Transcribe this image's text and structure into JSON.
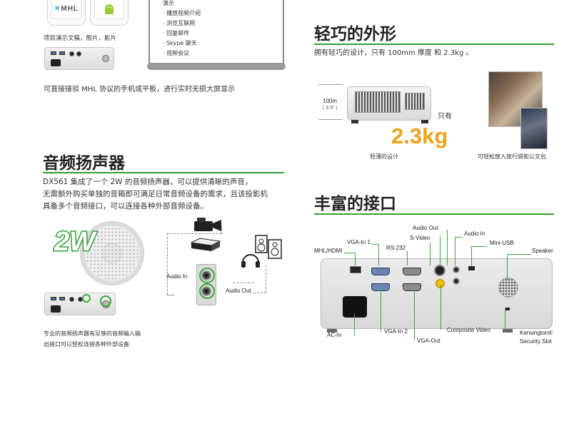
{
  "mhl_section": {
    "phone_logo": "MHL",
    "phone_caption": "项目演示文稿，照片，影片",
    "screen_items": [
      "演示",
      "· 播放视频介绍",
      "· 浏览互联网",
      "· 回复邮件",
      "· Skype 聊天",
      "· 视频会议"
    ],
    "description": "可直接接驳 MHL 协议的手机或平板，进行实时无损大屏显示"
  },
  "audio_section": {
    "title": "音频扬声器",
    "paragraph_lines": [
      "DX561 集成了一个 2W 的音频扬声器，可以提供清晰的声音，",
      "无需额外购买单独的音箱即可满足日常音频设备的需求，且该投影机",
      "具备多个音频接口，可以连接各种外部音频设备。"
    ],
    "watt_badge": "2W",
    "audio_in_label": "Audio In",
    "audio_out_label": "Audio Out",
    "caption_lines": [
      "专业的音频扬声器有足够的音频输入输",
      "出接口可以轻松连接各种外部设备"
    ]
  },
  "compact_section": {
    "title": "轻巧的外形",
    "subtitle": "拥有轻巧的设计，只有 100mm 厚度 和 2.3kg 。",
    "dim_value": "100m",
    "dim_inch": "( 3.9\" )",
    "only_label": "只有",
    "weight": "2.3kg",
    "caption_left": "轻薄的设计",
    "caption_right": "可轻松放入旅行袋和公文包"
  },
  "ports_section": {
    "title": "丰富的接口",
    "labels": {
      "audio_out": "Audio Out",
      "audio_in": "Audio In",
      "s_video": "S-Video",
      "vga_in_1": "VGA-In 1",
      "rs232": "RS-232",
      "mini_usb": "Mini-USB",
      "mhl_hdmi": "MHL/HDMI",
      "speaker": "Speaker",
      "ac_in": "AC-In",
      "vga_in_2": "VGA-In 2",
      "composite_video": "Composite Video",
      "vga_out": "VGA-Out",
      "kensington": "Kensington®",
      "security_slot": "Security Slot"
    }
  },
  "colors": {
    "accent_green": "#2f9e33",
    "weight_orange": "#f2a21b"
  }
}
